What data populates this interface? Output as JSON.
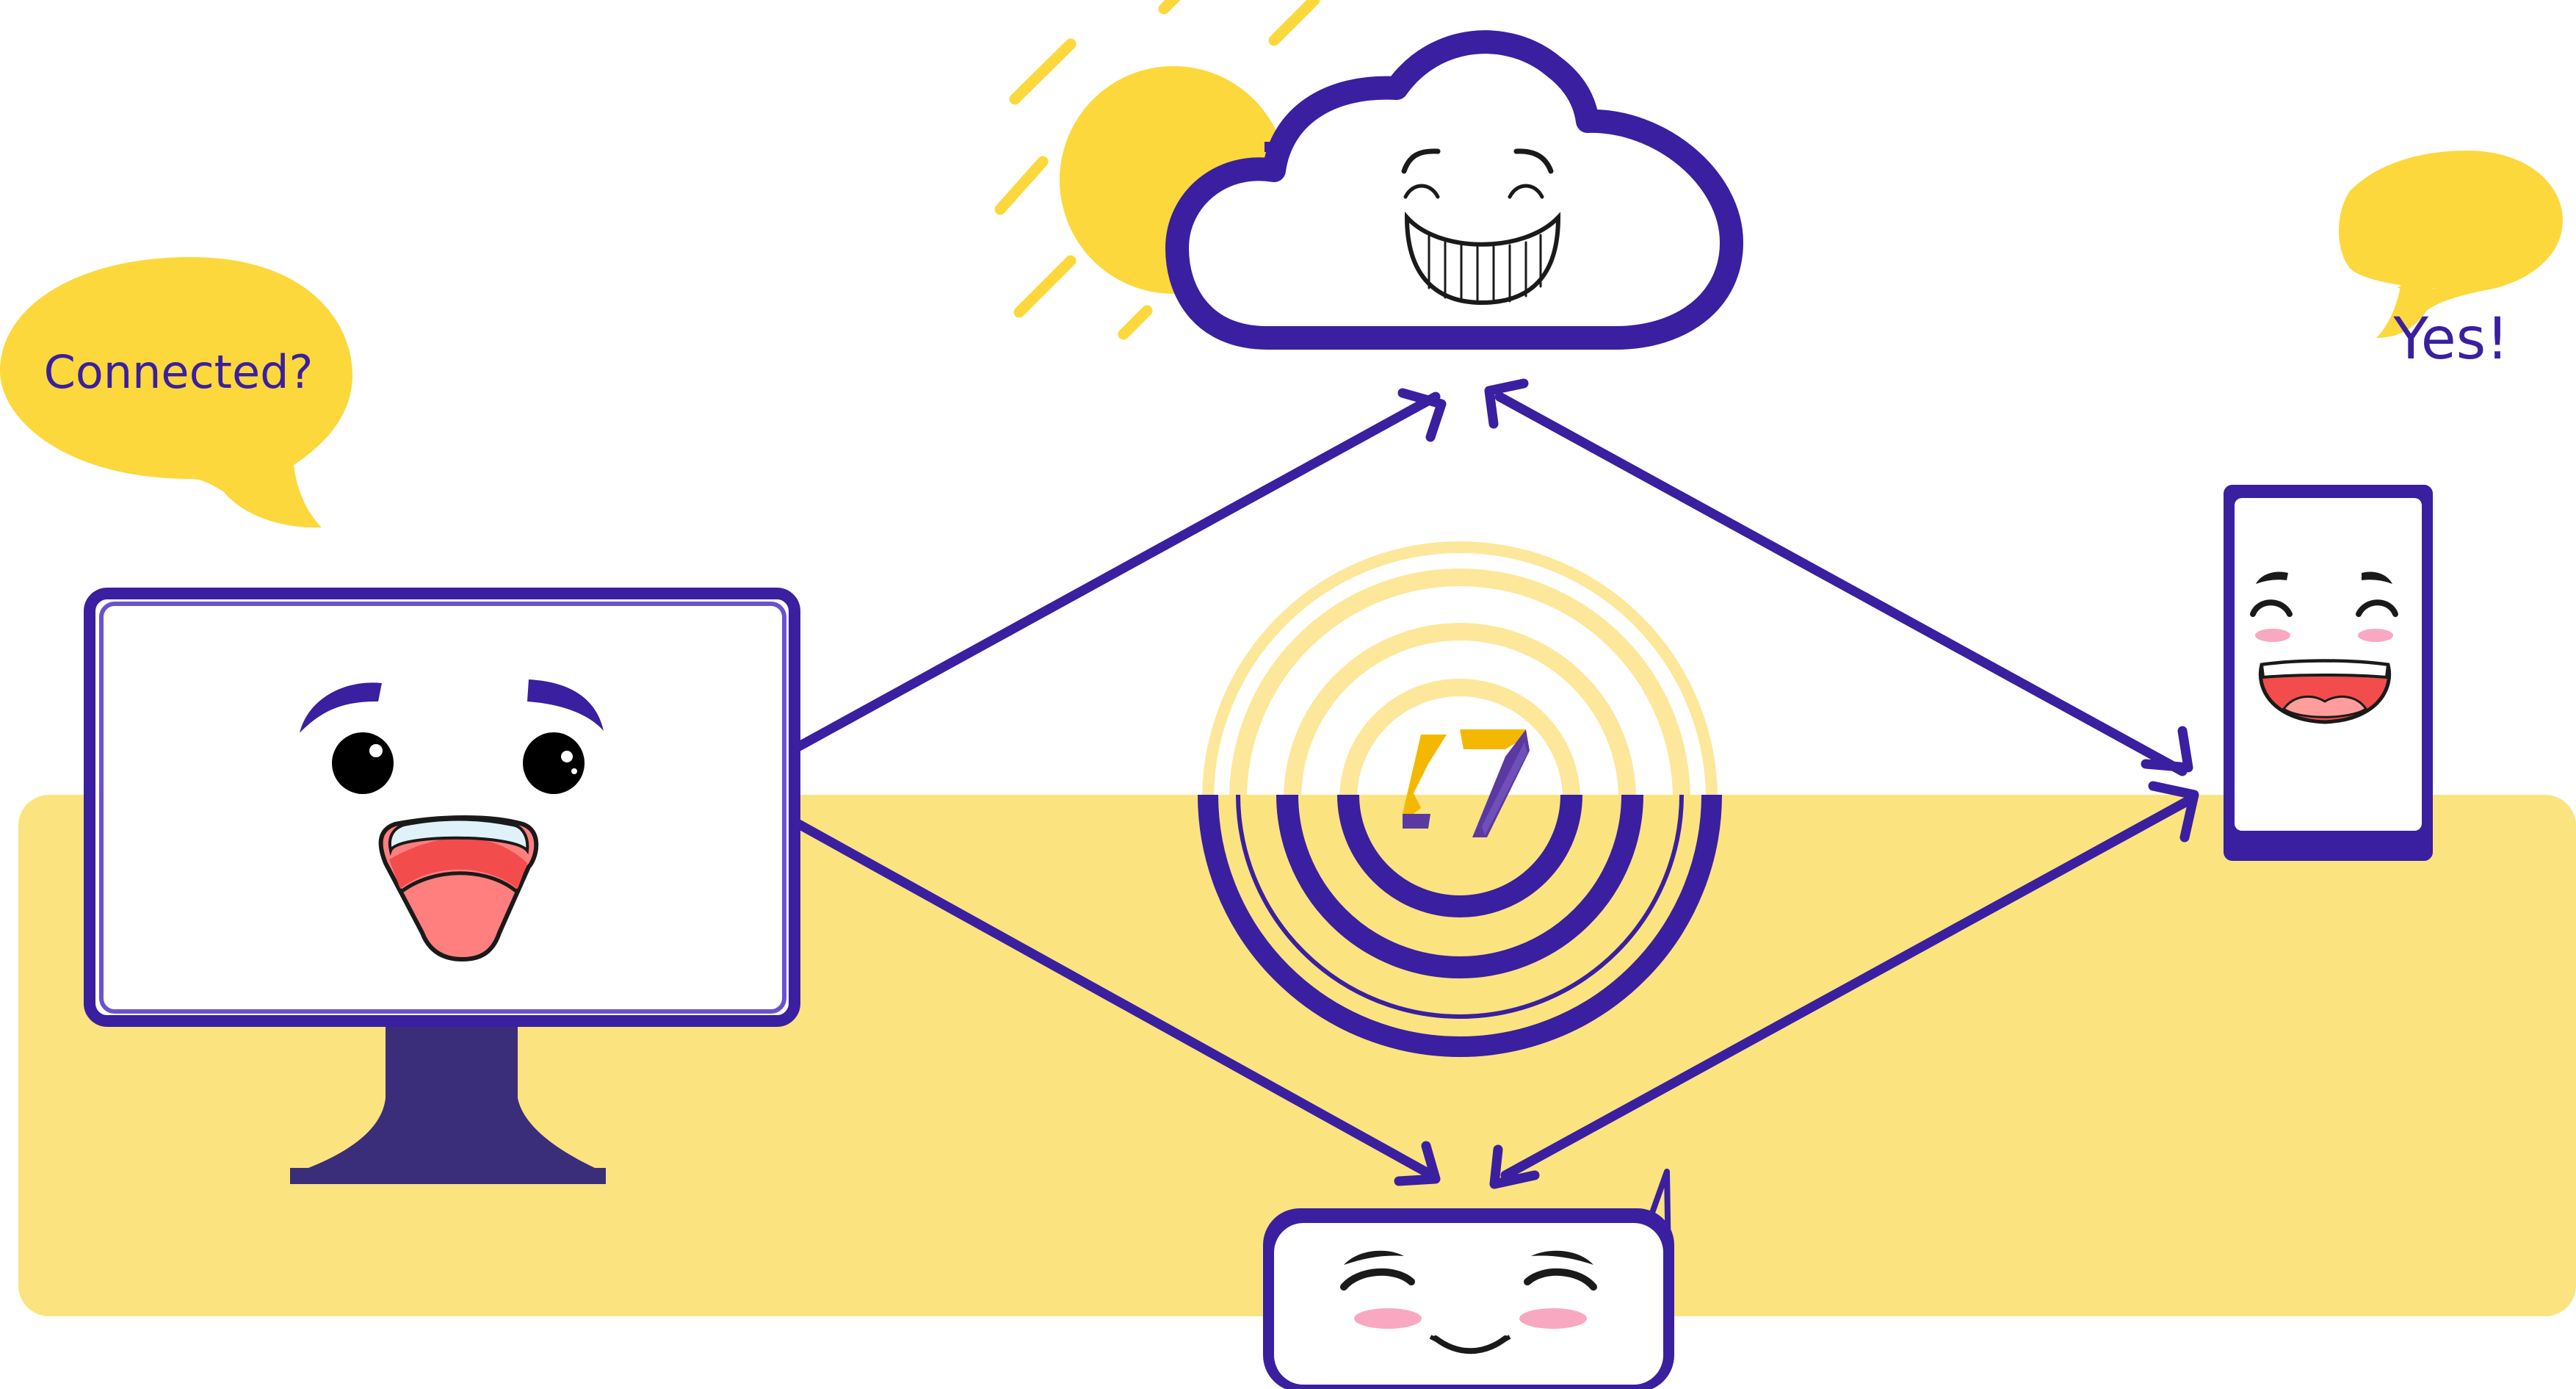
{
  "speech": {
    "monitor": "Connected?",
    "phone": "Yes!"
  },
  "colors": {
    "primary": "#3a1fa0",
    "accent_yellow": "#fcd83c",
    "band_yellow": "#fbe37f",
    "ring_light": "#fde79a",
    "monitor_stand": "#3a2d7a",
    "blush": "#f9a8c2",
    "mouth_red": "#f24c4c",
    "tongue": "#ff7f7f",
    "teeth_blue": "#dff2f9"
  },
  "devices": [
    "monitor",
    "cloud",
    "phone",
    "sensor",
    "hub"
  ],
  "icons": [
    "sun-icon",
    "cloud-icon",
    "monitor-icon",
    "phone-icon",
    "sensor-icon",
    "hub-logo-icon"
  ]
}
